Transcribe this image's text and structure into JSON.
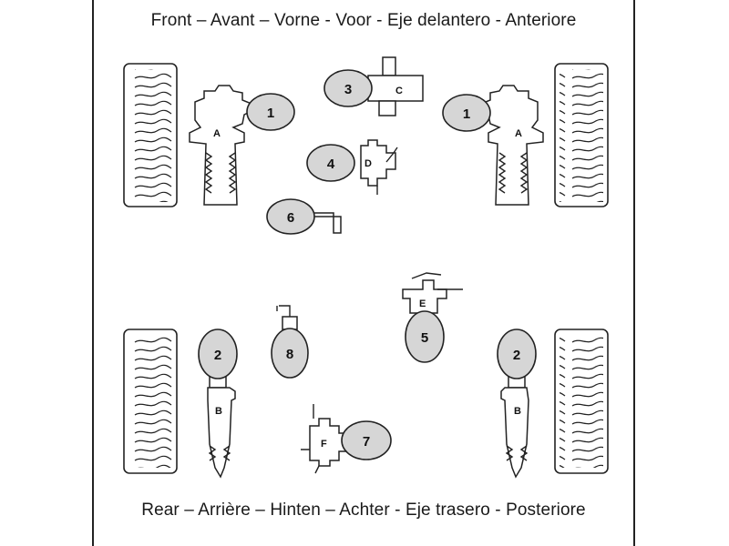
{
  "captions": {
    "front": "Front – Avant – Vorne - Voor - Eje delantero - Anteriore",
    "rear": "Rear – Arrière – Hinten – Achter - Eje trasero - Posteriore"
  },
  "bulbs": {
    "b1": "1",
    "b2": "2",
    "b3": "3",
    "b4": "4",
    "b5": "5",
    "b6": "6",
    "b7": "7",
    "b8": "8"
  },
  "parts": {
    "A": "A",
    "B": "B",
    "C": "C",
    "D": "D",
    "E": "E",
    "F": "F"
  }
}
